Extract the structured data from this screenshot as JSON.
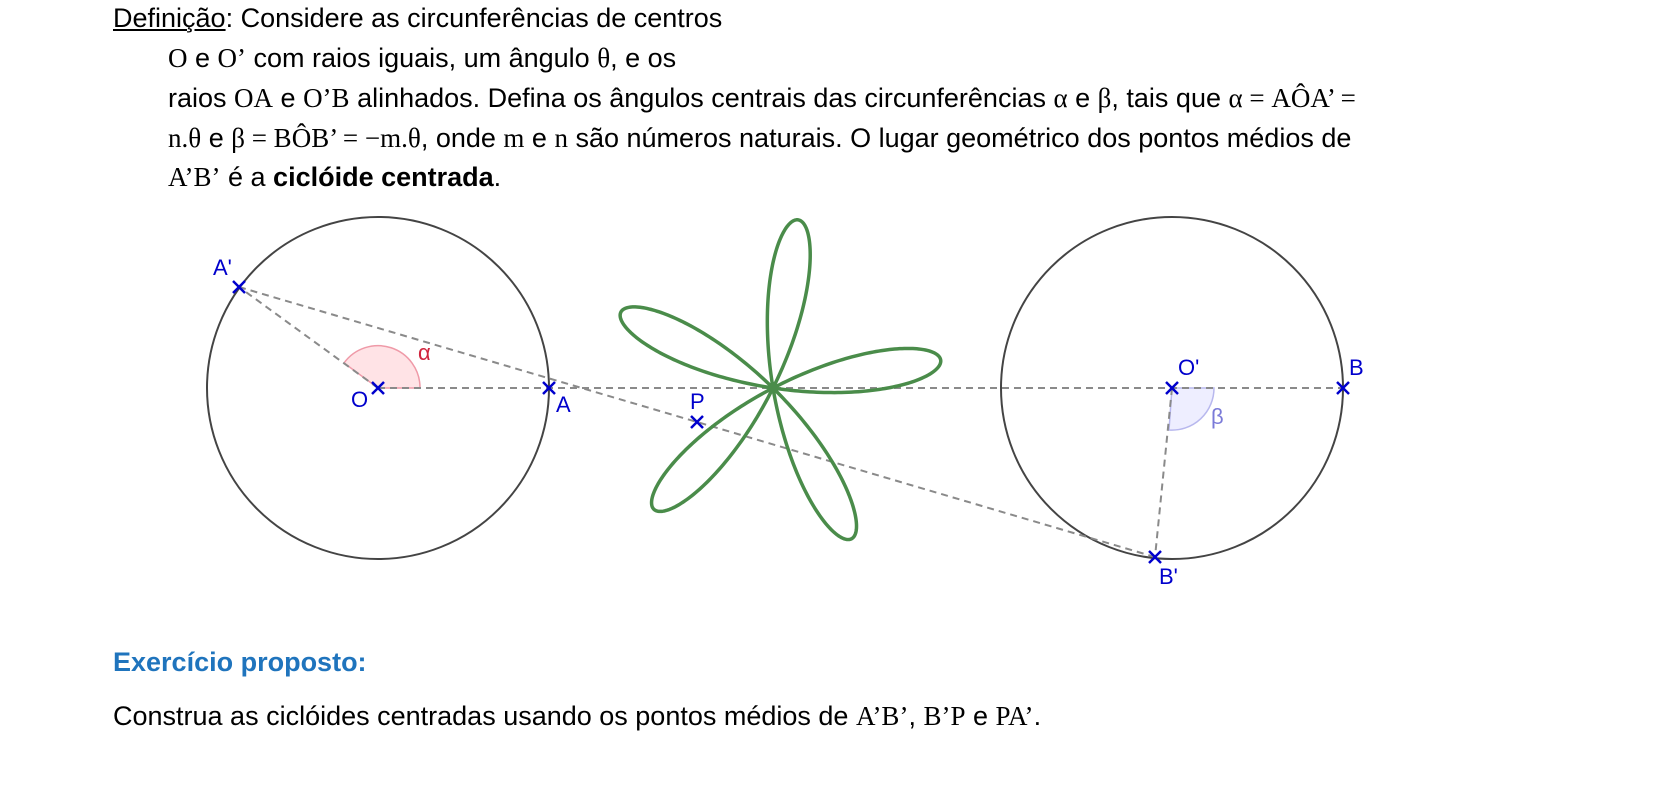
{
  "definition": {
    "label": "Definição",
    "line1": ": Considere as circunferências de centros",
    "line2_math1": "O",
    "line2_t1": " e ",
    "line2_math2": "O’",
    "line2_t2": " com raios iguais, um ângulo ",
    "line2_math3": "θ",
    "line2_t3": ", e os",
    "line3_t1": "raios ",
    "line3_math1": "OA",
    "line3_t2": " e ",
    "line3_math2": "O’B",
    "line3_t3": " alinhados. Defina os ângulos centrais das circunferências ",
    "line3_math3": "α",
    "line3_t4": " e ",
    "line3_math4": "β",
    "line3_t5": ", tais que ",
    "line3_math5": "α = AÔA’ =",
    "line4_math1": "n.θ",
    "line4_t1": " e ",
    "line4_math2": "β = BÔB’ = −m.θ",
    "line4_t2": ", onde ",
    "line4_math3": "m",
    "line4_t3": " e ",
    "line4_math4": "n",
    "line4_t4": " são números naturais. O lugar geométrico dos pontos médios de",
    "line5_math1": "A’B’",
    "line5_t1": " é a ",
    "line5_bold": "ciclóide centrada",
    "line5_t2": "."
  },
  "figure": {
    "labels": {
      "A_prime": "A'",
      "alpha": "α",
      "O": "O",
      "A": "A",
      "P": "P",
      "O_prime": "O'",
      "B": "B",
      "beta": "β",
      "B_prime": "B'"
    },
    "rose_petals": 5,
    "colors": {
      "circle": "#444444",
      "dashed": "#8a8a8a",
      "points": "#0000cc",
      "curve": "#4a8c4a",
      "alpha_fill": "#ffe3e6",
      "alpha_stroke": "#ef9aa8",
      "alpha_label": "#d0243d",
      "beta_fill": "#eeeeff",
      "beta_stroke": "#b8b8ee",
      "beta_label": "#7a7ad8"
    }
  },
  "exercise": {
    "heading": "Exercício proposto:",
    "t1": "Construa as ciclóides centradas usando os pontos médios de ",
    "math1": "A’B’",
    "t2": ", ",
    "math2": "B’P",
    "t3": " e ",
    "math3": "PA’",
    "t4": "."
  }
}
